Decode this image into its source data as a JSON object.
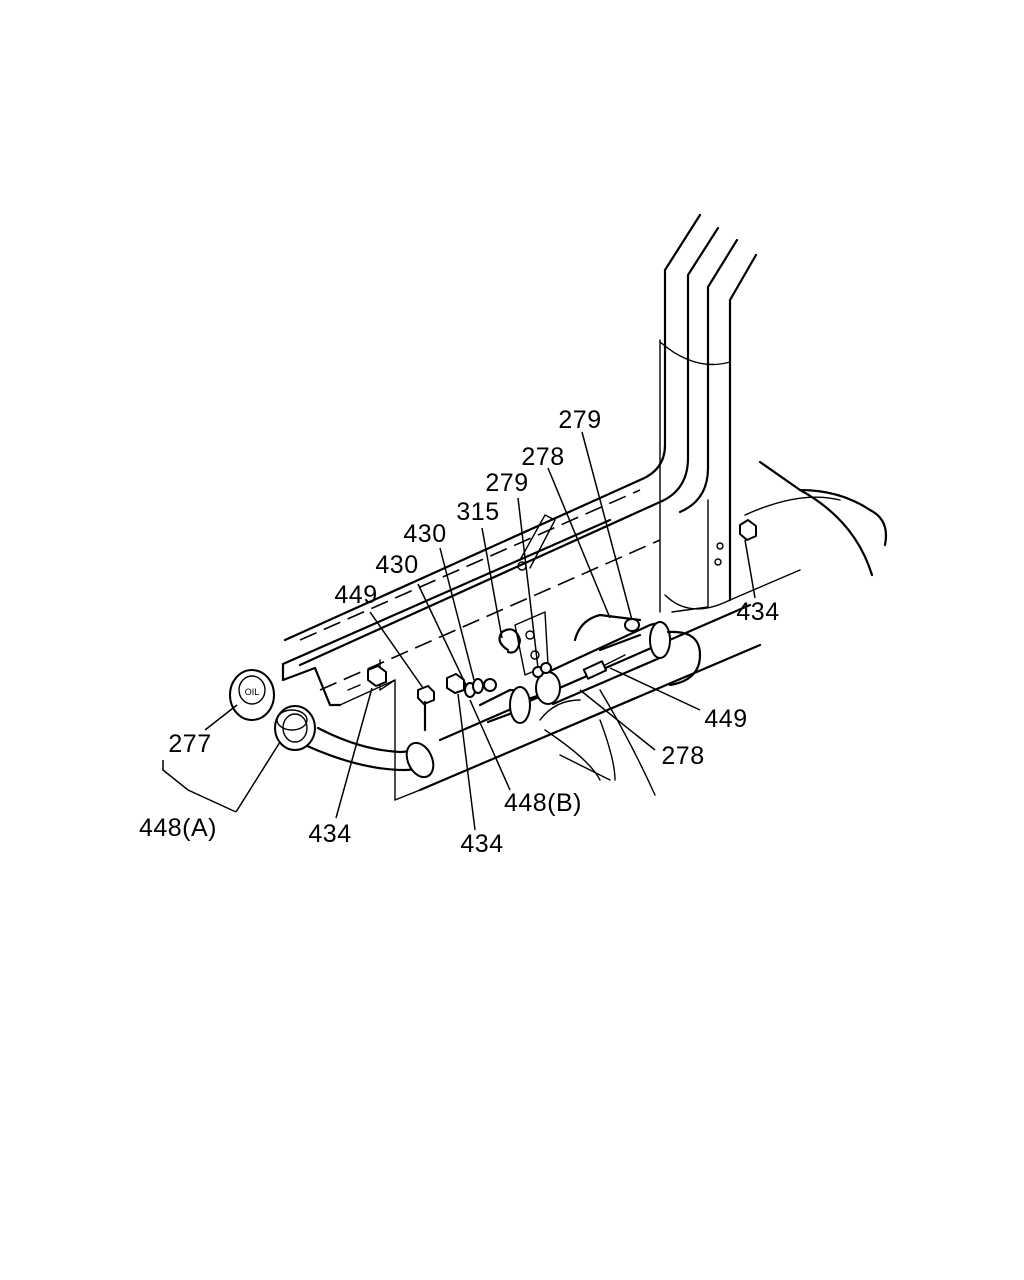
{
  "diagram": {
    "type": "exploded-parts-diagram",
    "callouts": {
      "c277": "277",
      "c448a": "448(A)",
      "c434_left": "434",
      "c449_left": "449",
      "c430_upper": "430",
      "c430_lower": "430",
      "c315": "315",
      "c279_mid": "279",
      "c278_upper": "278",
      "c279_upper": "279",
      "c434_right": "434",
      "c449_right": "449",
      "c278_lower": "278",
      "c448b": "448(B)",
      "c434_center": "434"
    },
    "cap_text": "OIL"
  }
}
